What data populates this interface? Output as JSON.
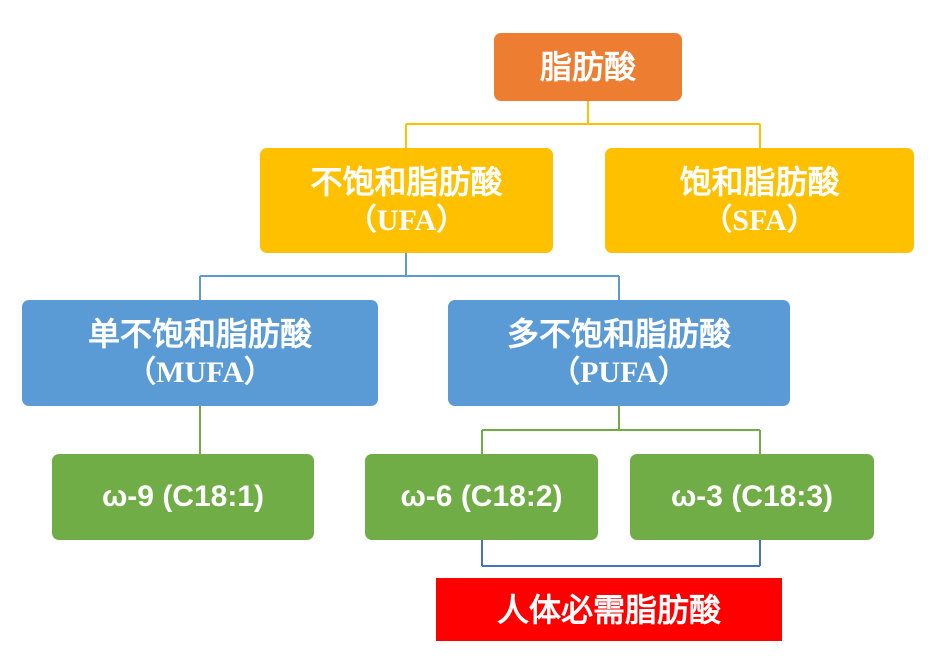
{
  "nodes": {
    "root": {
      "line1": "脂肪酸"
    },
    "ufa": {
      "line1": "不饱和脂肪酸",
      "line2": "（UFA）"
    },
    "sfa": {
      "line1": "饱和脂肪酸",
      "line2": "（SFA）"
    },
    "mufa": {
      "line1": "单不饱和脂肪酸",
      "line2": "（MUFA）"
    },
    "pufa": {
      "line1": "多不饱和脂肪酸",
      "line2": "（PUFA）"
    },
    "w9": {
      "line1": "ω-9 (C18:1)"
    },
    "w6": {
      "line1": "ω-6 (C18:2)"
    },
    "w3": {
      "line1": "ω-3 (C18:3)"
    },
    "essential": {
      "line1": "人体必需脂肪酸"
    }
  },
  "colors": {
    "orange": "#ed7d31",
    "yellow": "#ffc000",
    "blue": "#5b9bd5",
    "green": "#70ad47",
    "red": "#ff0000",
    "connector_yellow": "#ffc000",
    "connector_blue": "#5b9bd5",
    "connector_green": "#70ad47",
    "connector_dark_blue": "#4472c4"
  }
}
